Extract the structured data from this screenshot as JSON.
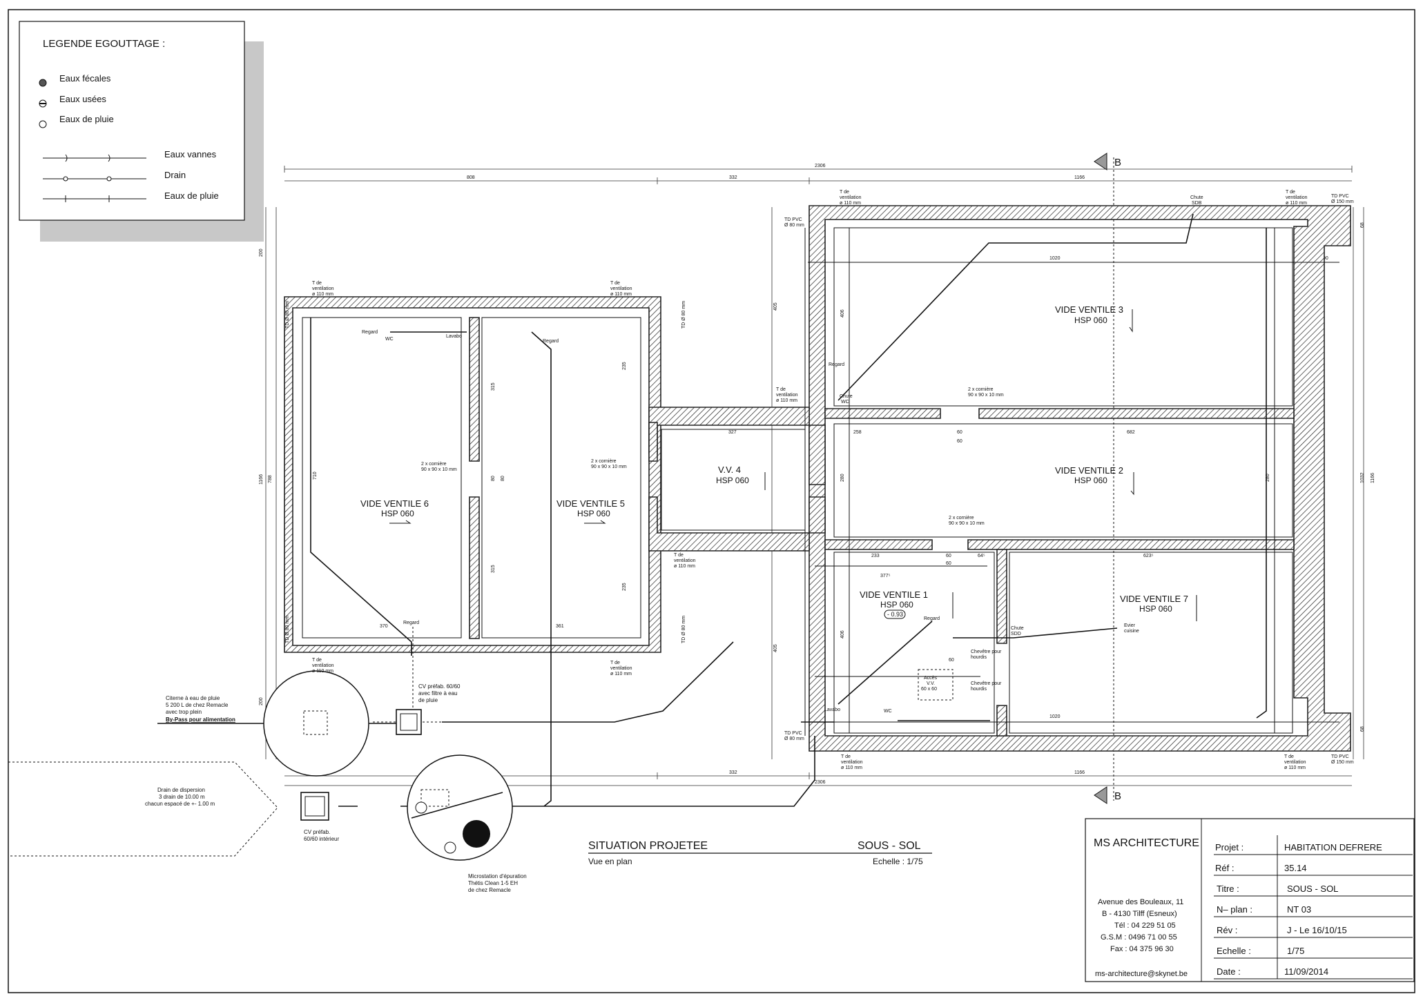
{
  "legend": {
    "title": "LEGENDE EGOUTTAGE :",
    "points": [
      "Eaux fécales",
      "Eaux usées",
      "Eaux de pluie"
    ],
    "lines": [
      "Eaux vannes",
      "Drain",
      "Eaux de pluie"
    ]
  },
  "section_marker": "B",
  "dims": {
    "total": "2306",
    "left": "808",
    "middle": "332",
    "right": "1166",
    "right_top": "68",
    "right_bottom": "68",
    "height_left": "1166",
    "height_left_inner": "788",
    "height_left_top": "200",
    "height_left_bottom": "200",
    "height_right": "1166",
    "height_right_inner": "1032",
    "inner_1020": "1020",
    "inner_1020_b": "1020",
    "d90": "90",
    "d405": "405",
    "d405b": "405",
    "d406": "406",
    "d406b": "406",
    "d327": "327",
    "d258": "258",
    "d60": "60",
    "d60b": "60",
    "d682": "682",
    "d233": "233",
    "d623": "623⁵",
    "d377": "377⁵",
    "d64": "64⁵",
    "d370": "370",
    "d361": "361",
    "d315a": "315",
    "d315b": "315",
    "d235a": "235",
    "d235b": "235",
    "d710": "710",
    "d280a": "280",
    "d280b": "280",
    "d80a": "80",
    "d80b": "80"
  },
  "rooms": [
    {
      "name": "VIDE VENTILE 3",
      "sub": "HSP 060"
    },
    {
      "name": "VIDE VENTILE 2",
      "sub": "HSP 060"
    },
    {
      "name": "VIDE VENTILE 1",
      "sub": "HSP 060",
      "level": "- 0.93"
    },
    {
      "name": "VIDE VENTILE 7",
      "sub": "HSP 060"
    },
    {
      "name": "V.V. 4",
      "sub": "HSP 060"
    },
    {
      "name": "VIDE VENTILE 5",
      "sub": "HSP 060"
    },
    {
      "name": "VIDE VENTILE 6",
      "sub": "HSP 060"
    }
  ],
  "notes": {
    "t_vent": [
      "T de",
      "ventilation",
      "ø 110 mm"
    ],
    "td_pvc_80": [
      "TD PVC",
      "Ø 80 mm"
    ],
    "td_pvc_150": [
      "TD PVC",
      "Ø 150 mm"
    ],
    "td_vert": "TD Ø 80 mm",
    "corniere": [
      "2 x cornière",
      "90 x 90 x 10 mm"
    ],
    "chute_sdb": [
      "Chute",
      "SDB"
    ],
    "chute_wc": [
      "Chute",
      "WC"
    ],
    "chute_sdd": [
      "Chute",
      "SDD"
    ],
    "evier": [
      "Evier",
      "cuisine"
    ],
    "regard": "Regard",
    "wc": "WC",
    "lavabo": "Lavabo",
    "chevetre1": [
      "Chevêtre pour",
      "hourdis"
    ],
    "chevetre2": [
      "Chevêtre pour",
      "hourdis"
    ],
    "acces": [
      "Accès",
      "V.V.",
      "60 x 60"
    ],
    "d60_acc": "60",
    "citerne": [
      "Citerne à eau de pluie",
      "5 200 L de chez Remacle",
      "avec trop plein"
    ],
    "bypass": "By-Pass pour alimentation",
    "cv_filtre": [
      "CV préfab. 60/60",
      "avec filtre à eau",
      "de pluie"
    ],
    "cv_int": [
      "CV préfab.",
      "60/60 intérieur"
    ],
    "drain": [
      "Drain de dispersion",
      "3 drain de 10.00 m",
      "chacun espacé de +- 1.00 m"
    ],
    "micro": [
      "Microstation d'épuration",
      "Thétis Clean 1-5 EH",
      "de chez Remacle"
    ]
  },
  "plan_title": {
    "title": "SITUATION PROJETEE",
    "level": "SOUS - SOL",
    "view": "Vue en plan",
    "scale": "Echelle : 1/75"
  },
  "cartouche": {
    "firm": "MS ARCHITECTURE",
    "address": [
      "Avenue des Bouleaux, 11",
      "B - 4130 Tilff (Esneux)",
      "Tél : 04 229 51 05",
      "G.S.M : 0496 71 00 55",
      "Fax : 04 375 96 30"
    ],
    "email": "ms-architecture@skynet.be",
    "rows": [
      {
        "label": "Projet :",
        "value": "HABITATION DEFRERE"
      },
      {
        "label": "Réf :",
        "value": "35.14"
      },
      {
        "label": "Titre :",
        "value": "SOUS - SOL"
      },
      {
        "label": "N– plan :",
        "value": "NT 03"
      },
      {
        "label": "Rév :",
        "value": "J - Le 16/10/15"
      },
      {
        "label": "Echelle :",
        "value": "1/75"
      },
      {
        "label": "Date :",
        "value": "11/09/2014"
      }
    ]
  }
}
